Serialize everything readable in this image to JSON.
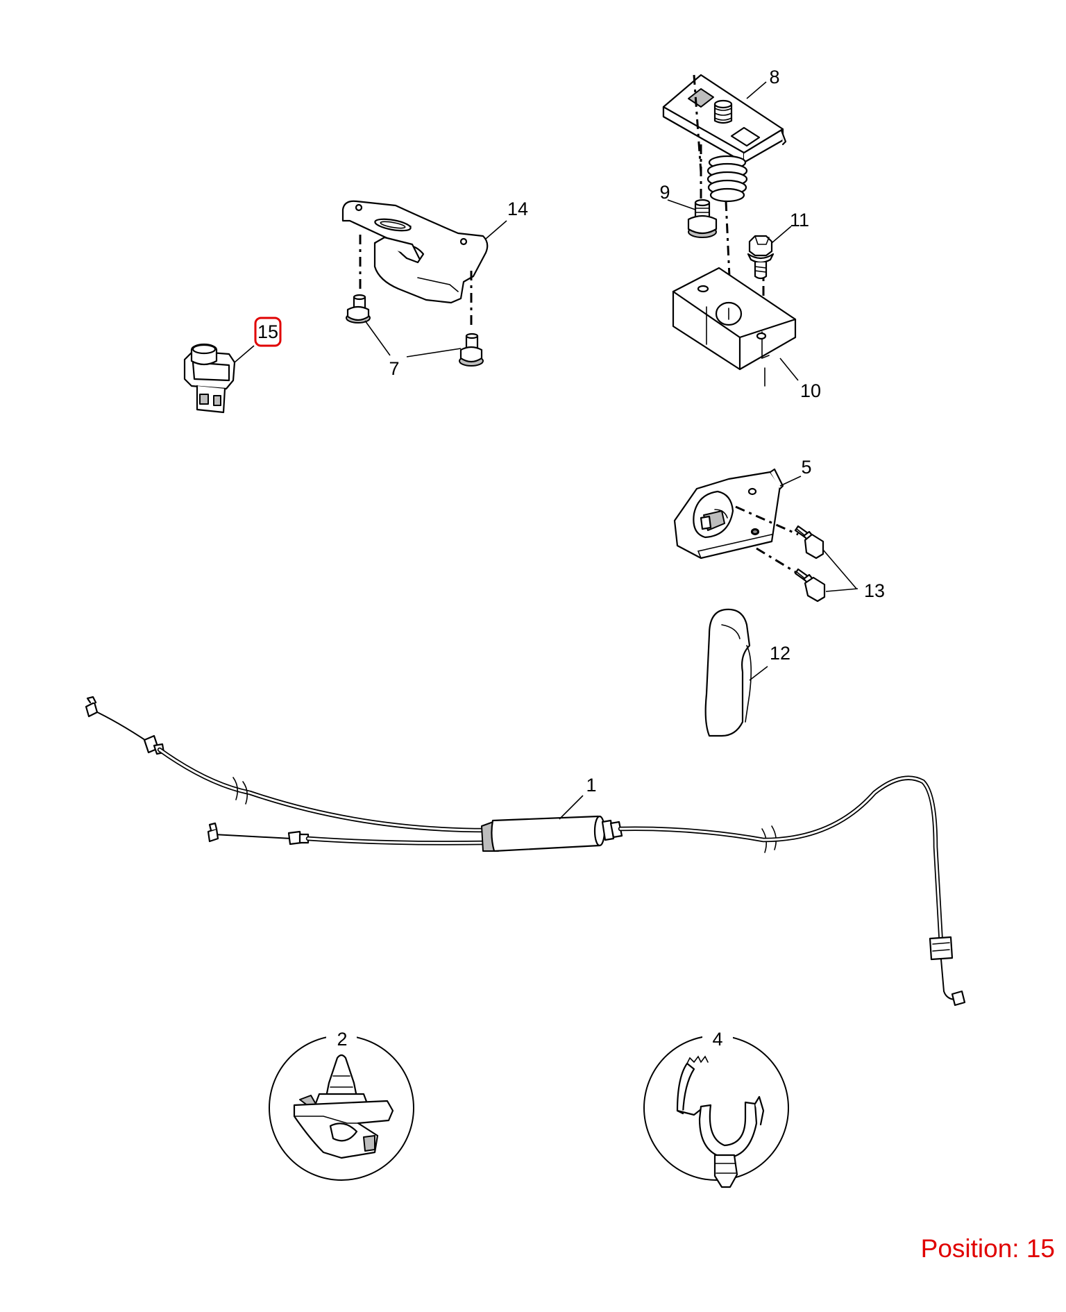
{
  "callouts": {
    "c1": "1",
    "c2": "2",
    "c4": "4",
    "c5": "5",
    "c7": "7",
    "c8": "8",
    "c9": "9",
    "c10": "10",
    "c11": "11",
    "c12": "12",
    "c13": "13",
    "c14": "14",
    "c15": "15"
  },
  "highlighted_callout": "15",
  "position_label": "Position: 15",
  "colors": {
    "highlight": "#e00000",
    "line": "#000000",
    "background": "#ffffff"
  }
}
